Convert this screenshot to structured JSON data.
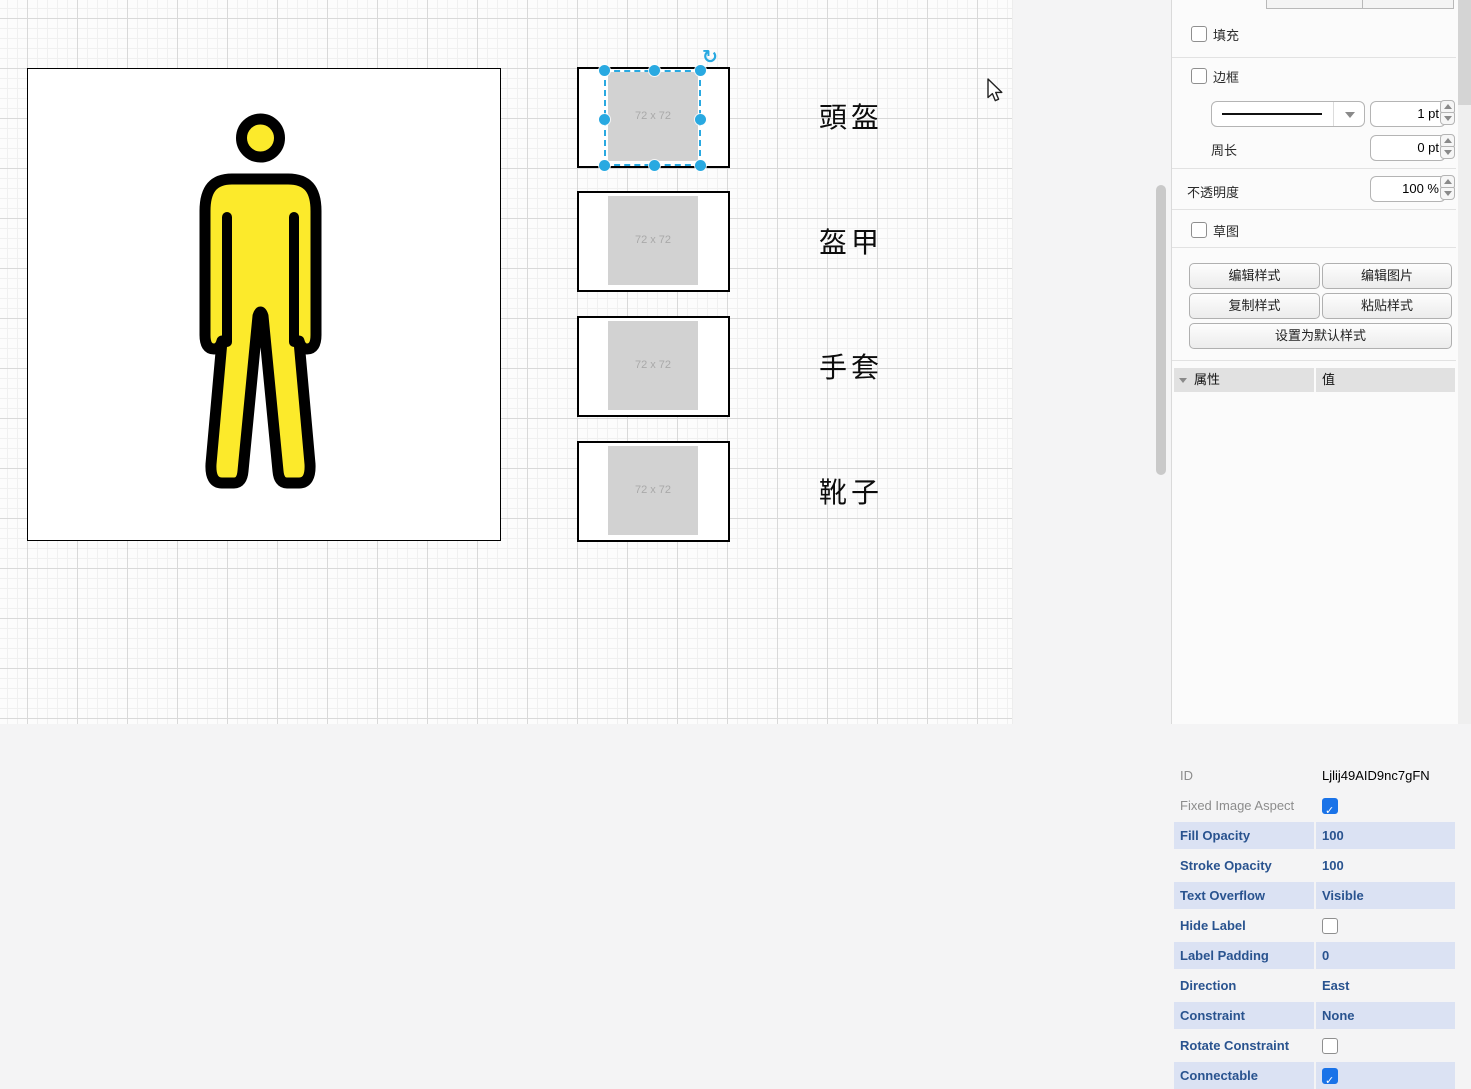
{
  "canvas": {
    "slots": [
      {
        "label": "頭盔",
        "placeholder": "72 x 72",
        "selected": true
      },
      {
        "label": "盔甲",
        "placeholder": "72 x 72",
        "selected": false
      },
      {
        "label": "手套",
        "placeholder": "72 x 72",
        "selected": false
      },
      {
        "label": "靴子",
        "placeholder": "72 x 72",
        "selected": false
      }
    ],
    "rotate_icon": "↻"
  },
  "panel": {
    "fill": {
      "label": "填充",
      "checked": false
    },
    "line": {
      "label": "边框",
      "checked": false,
      "width_value": "1 pt",
      "perimeter_label": "周长",
      "perimeter_value": "0 pt"
    },
    "opacity": {
      "label": "不透明度",
      "value": "100 %"
    },
    "sketch": {
      "label": "草图",
      "checked": false
    },
    "buttons": {
      "edit_style": "编辑样式",
      "edit_image": "编辑图片",
      "copy_style": "复制样式",
      "paste_style": "粘贴样式",
      "set_default_style": "设置为默认样式"
    },
    "properties": {
      "header": {
        "property": "属性",
        "value": "值"
      },
      "rows": [
        {
          "name": "ID",
          "value": "Ljlij49AID9nc7gFN",
          "kind": "text",
          "muted": true,
          "highlight": false
        },
        {
          "name": "Fixed Image Aspect",
          "kind": "checkbox",
          "checked": true,
          "muted": true,
          "highlight": false
        },
        {
          "name": "Fill Opacity",
          "value": "100",
          "kind": "text",
          "muted": false,
          "highlight": true
        },
        {
          "name": "Stroke Opacity",
          "value": "100",
          "kind": "text",
          "muted": false,
          "highlight": false
        },
        {
          "name": "Text Overflow",
          "value": "Visible",
          "kind": "text",
          "muted": false,
          "highlight": true
        },
        {
          "name": "Hide Label",
          "kind": "checkbox",
          "checked": false,
          "muted": false,
          "highlight": false
        },
        {
          "name": "Label Padding",
          "value": "0",
          "kind": "text",
          "muted": false,
          "highlight": true
        },
        {
          "name": "Direction",
          "value": "East",
          "kind": "text",
          "muted": false,
          "highlight": false
        },
        {
          "name": "Constraint",
          "value": "None",
          "kind": "text",
          "muted": false,
          "highlight": true
        },
        {
          "name": "Rotate Constraint",
          "kind": "checkbox",
          "checked": false,
          "muted": false,
          "highlight": false
        },
        {
          "name": "Connectable",
          "kind": "checkbox",
          "checked": true,
          "muted": false,
          "highlight": true
        }
      ]
    }
  },
  "colors": {
    "selection_blue": "#29a9e1",
    "checkbox_blue": "#1a73e8",
    "property_text_blue": "#29538f",
    "row_highlight": "#dbe2f3",
    "figure_yellow": "#fcea2b"
  }
}
